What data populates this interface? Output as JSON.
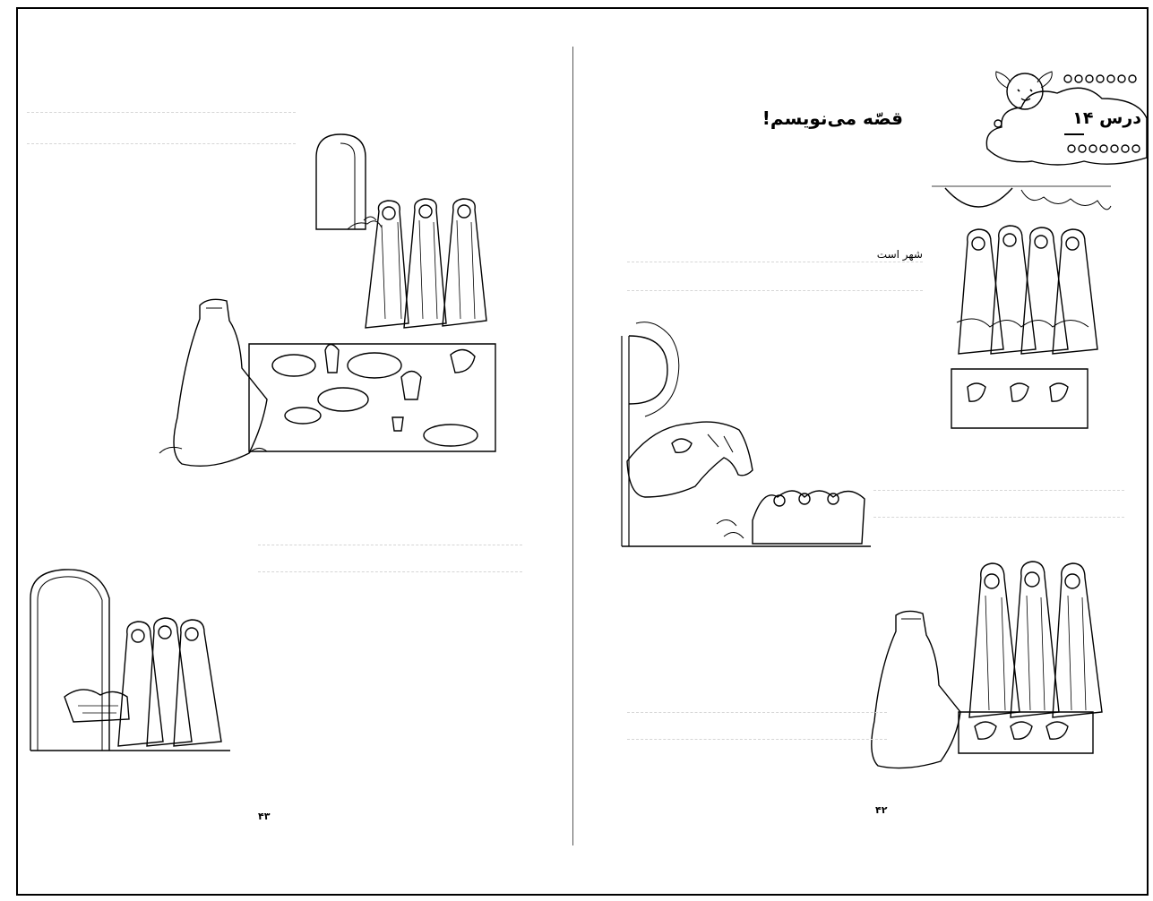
{
  "left_page": {
    "page_number": "۴۳"
  },
  "right_page": {
    "page_number": "۴۲",
    "title": "قصّه می‌نویسم!",
    "lesson_label": "درس ۱۴",
    "story_word": "شهر است"
  }
}
